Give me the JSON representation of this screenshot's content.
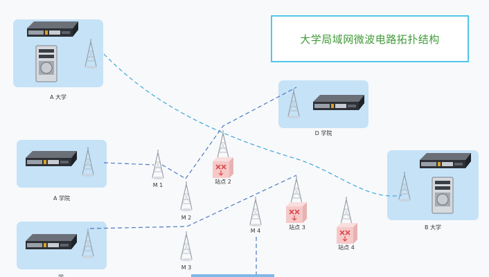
{
  "title": "大学局域网微波电路拓扑结构",
  "labels": {
    "univ_a": "A 大学",
    "univ_b": "B 大学",
    "college_a": "A 学院",
    "college_d": "D 学院",
    "m1": "M 1",
    "m2": "M 2",
    "m3": "M 3",
    "m4": "M 4",
    "site2": "站点 2",
    "site3": "站点 3",
    "site4": "站点 4",
    "partial": "学"
  },
  "colors": {
    "panel": "#c5e2f7",
    "link_dash": "#4a78c0",
    "long_dash": "#3aa6d8",
    "title_border": "#4fc7ea",
    "title_text": "#3f9a37",
    "router_node": "#f6c9c9",
    "router_arrow": "#d84a4a"
  },
  "icons": {
    "router": "router-device-icon",
    "server": "server-tower-icon",
    "tower": "microwave-tower-icon",
    "switch": "switch-node-icon"
  }
}
